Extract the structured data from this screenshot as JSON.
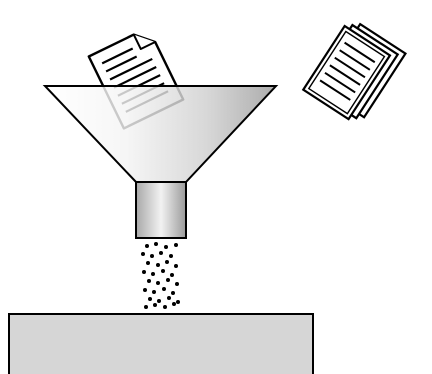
{
  "diagram": {
    "nodes": [
      {
        "id": "document-single",
        "icon": "document-icon"
      },
      {
        "id": "document-stack",
        "icon": "document-stack-icon",
        "pages": 3
      },
      {
        "id": "funnel",
        "icon": "funnel-icon"
      },
      {
        "id": "particles",
        "icon": "particle-stream-icon"
      },
      {
        "id": "container",
        "icon": "container-box-icon"
      }
    ],
    "colors": {
      "outline": "#000000",
      "paper": "#ffffff",
      "funnel_light": "#f4f4f4",
      "funnel_dark": "#9a9a9a",
      "container_fill": "#d6d6d6",
      "particle": "#000000"
    }
  }
}
